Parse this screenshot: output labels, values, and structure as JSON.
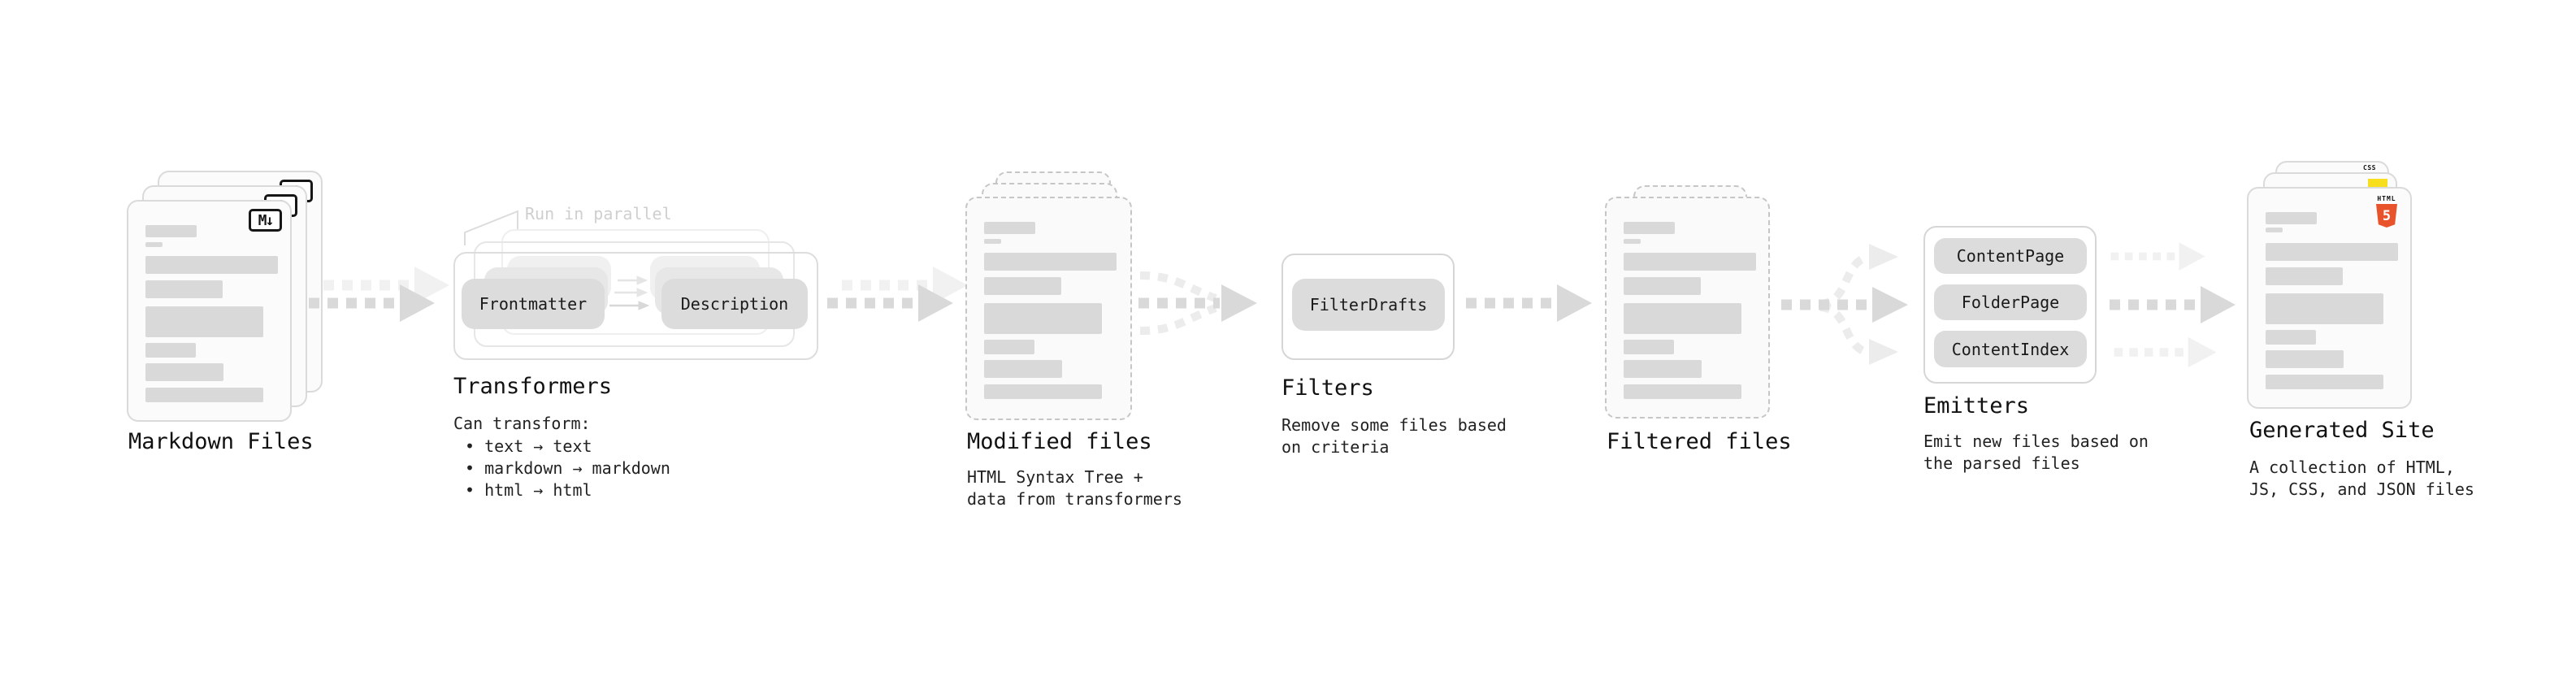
{
  "stages": {
    "markdown": {
      "label": "Markdown Files",
      "badge": "M↓"
    },
    "transformers": {
      "label": "Transformers",
      "annotation": "Run in parallel",
      "pill_a": "Frontmatter",
      "pill_b": "Description",
      "desc_title": "Can transform:",
      "bullets": [
        "text → text",
        "markdown → markdown",
        "html → html"
      ]
    },
    "modified": {
      "label": "Modified files",
      "desc1": "HTML Syntax Tree +",
      "desc2": "data from transformers"
    },
    "filters": {
      "label": "Filters",
      "pill": "FilterDrafts",
      "desc1": "Remove some files based",
      "desc2": "on criteria"
    },
    "filtered": {
      "label": "Filtered files"
    },
    "emitters": {
      "label": "Emitters",
      "pill_1": "ContentPage",
      "pill_2": "FolderPage",
      "pill_3": "ContentIndex",
      "desc1": "Emit new files based on",
      "desc2": "the parsed files"
    },
    "generated": {
      "label": "Generated Site",
      "desc1": "A collection of HTML,",
      "desc2": "JS, CSS, and JSON files",
      "html5_word": "HTML",
      "html5_number": "5",
      "css_word": "CSS"
    }
  },
  "colors": {
    "html5_orange": "#e8532c",
    "js_yellow": "#f7df1e",
    "css_blue": "#2b5ce5",
    "arrow_gray": "#d9d9d9",
    "arrow_ghost_gray": "#f1f1f1",
    "text_dark": "#111111"
  }
}
